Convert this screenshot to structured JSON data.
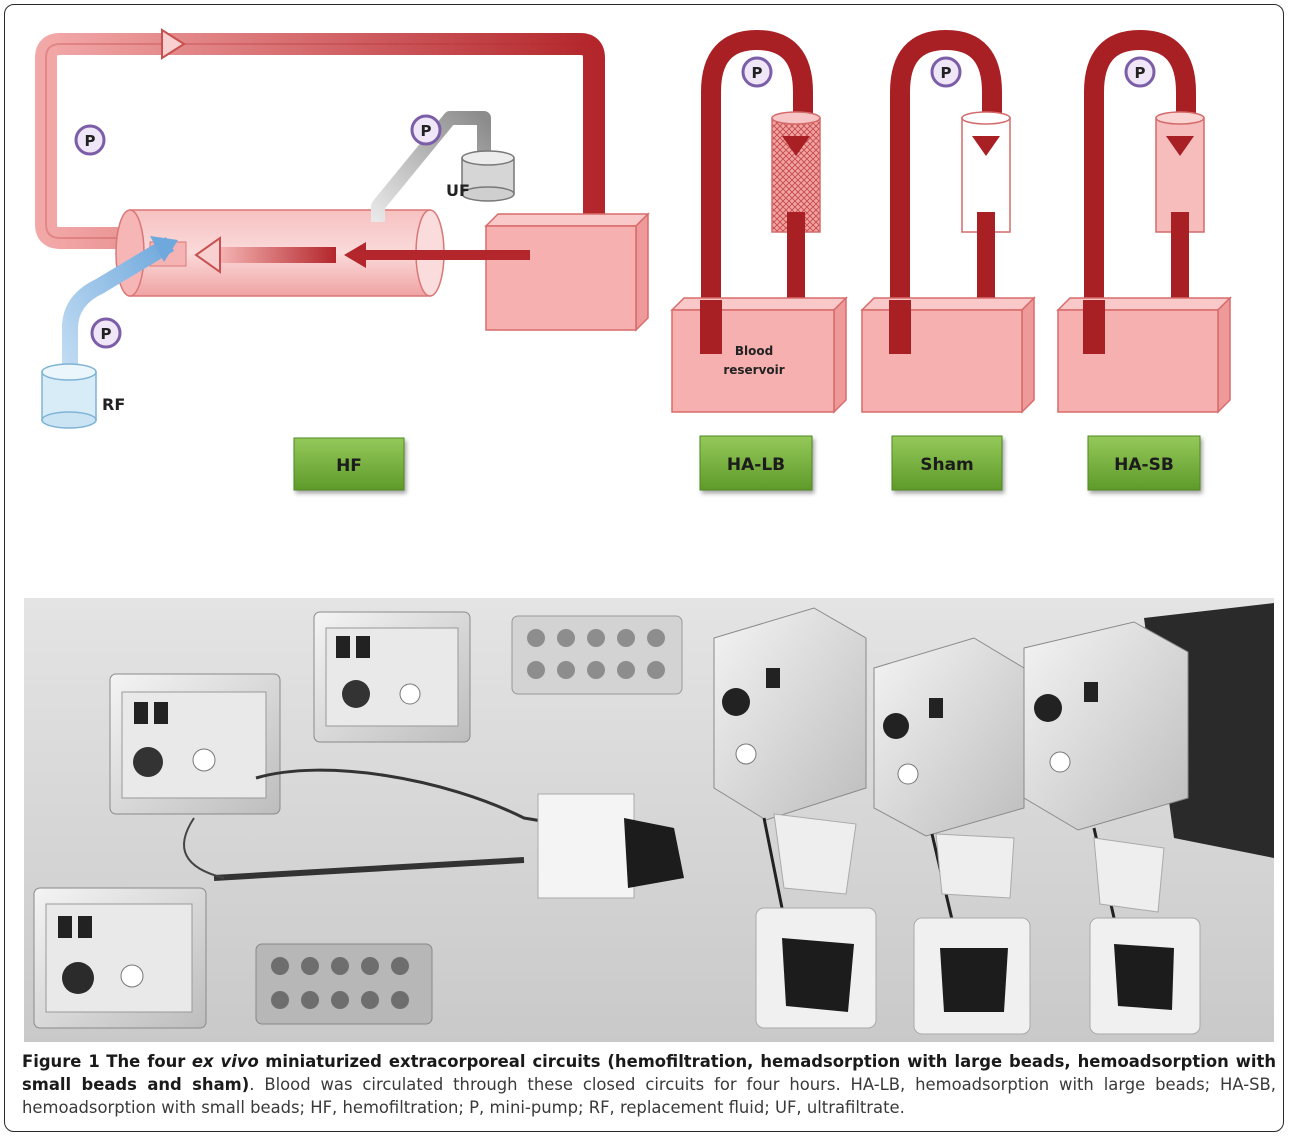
{
  "schematic": {
    "pump_label": "P",
    "ultrafiltrate_label": "UF",
    "replacement_fluid_label": "RF",
    "reservoir_label_line1": "Blood",
    "reservoir_label_line2": "reservoir",
    "circuit_buttons": [
      "HF",
      "HA-LB",
      "Sham",
      "HA-SB"
    ],
    "colors": {
      "blood_red": "#b3262b",
      "pink_box": "#f7b9b9",
      "green_label": "#7cb342",
      "ultrafiltrate_grey": "#b4b4b4",
      "replacement_blue": "#9ec7ea",
      "pump_purple": "#7b5ea7"
    }
  },
  "photo": {
    "alt": "Photograph of the four ex vivo miniaturized extracorporeal circuits"
  },
  "caption": {
    "figure_number": "Figure 1",
    "title_pre": "The four",
    "title_italic": "ex vivo",
    "title_post": "miniaturized extracorporeal circuits (hemofiltration, hemadsorption with large beads, hemoadsorption with small beads and sham)",
    "body": ". Blood was circulated through these closed circuits for four hours. HA-LB, hemoadsorption with large beads; HA-SB, hemoadsorption with small beads; HF, hemofiltration; P, mini-pump; RF, replacement fluid; UF, ultrafiltrate."
  }
}
